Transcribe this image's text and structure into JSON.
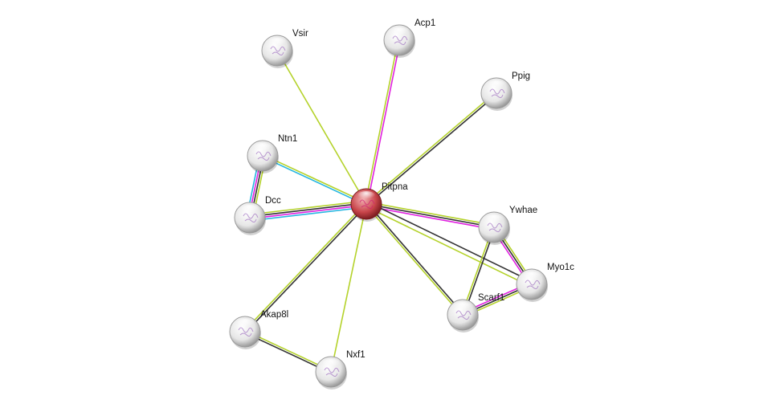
{
  "colors": {
    "yellow_green": "#b4d22a",
    "magenta": "#e020e0",
    "black": "#333333",
    "cyan": "#25b6e0",
    "query_node": "#c8454a",
    "node": "#d8d8d8"
  },
  "network": {
    "nodes": [
      {
        "id": "Pitpna",
        "label": "Pitpna",
        "query": true
      },
      {
        "id": "Vsir",
        "label": "Vsir"
      },
      {
        "id": "Acp1",
        "label": "Acp1"
      },
      {
        "id": "Ppig",
        "label": "Ppig"
      },
      {
        "id": "Ntn1",
        "label": "Ntn1"
      },
      {
        "id": "Dcc",
        "label": "Dcc"
      },
      {
        "id": "Ywhae",
        "label": "Ywhae"
      },
      {
        "id": "Myo1c",
        "label": "Myo1c"
      },
      {
        "id": "Scarf1",
        "label": "Scarf1"
      },
      {
        "id": "Akap8l",
        "label": "Akap8l"
      },
      {
        "id": "Nxf1",
        "label": "Nxf1"
      }
    ],
    "edges": [
      {
        "from": "Pitpna",
        "to": "Vsir",
        "types": [
          "yellow_green"
        ]
      },
      {
        "from": "Pitpna",
        "to": "Acp1",
        "types": [
          "yellow_green",
          "magenta"
        ]
      },
      {
        "from": "Pitpna",
        "to": "Ppig",
        "types": [
          "yellow_green",
          "black"
        ]
      },
      {
        "from": "Pitpna",
        "to": "Ntn1",
        "types": [
          "cyan",
          "yellow_green"
        ]
      },
      {
        "from": "Pitpna",
        "to": "Dcc",
        "types": [
          "cyan",
          "magenta",
          "black",
          "yellow_green"
        ]
      },
      {
        "from": "Ntn1",
        "to": "Dcc",
        "types": [
          "yellow_green",
          "black",
          "magenta",
          "cyan"
        ]
      },
      {
        "from": "Pitpna",
        "to": "Ywhae",
        "types": [
          "yellow_green",
          "black",
          "magenta"
        ]
      },
      {
        "from": "Pitpna",
        "to": "Myo1c",
        "types": [
          "black"
        ]
      },
      {
        "from": "Pitpna",
        "to": "Myo1c",
        "types": [
          "yellow_green"
        ]
      },
      {
        "from": "Pitpna",
        "to": "Scarf1",
        "types": [
          "black",
          "yellow_green"
        ]
      },
      {
        "from": "Pitpna",
        "to": "Akap8l",
        "types": [
          "black",
          "yellow_green"
        ]
      },
      {
        "from": "Pitpna",
        "to": "Nxf1",
        "types": [
          "yellow_green"
        ]
      },
      {
        "from": "Akap8l",
        "to": "Nxf1",
        "types": [
          "yellow_green",
          "black"
        ]
      },
      {
        "from": "Ywhae",
        "to": "Myo1c",
        "types": [
          "yellow_green",
          "black",
          "magenta"
        ]
      },
      {
        "from": "Ywhae",
        "to": "Scarf1",
        "types": [
          "black",
          "yellow_green"
        ]
      },
      {
        "from": "Scarf1",
        "to": "Myo1c",
        "types": [
          "magenta",
          "black",
          "yellow_green"
        ]
      }
    ]
  }
}
